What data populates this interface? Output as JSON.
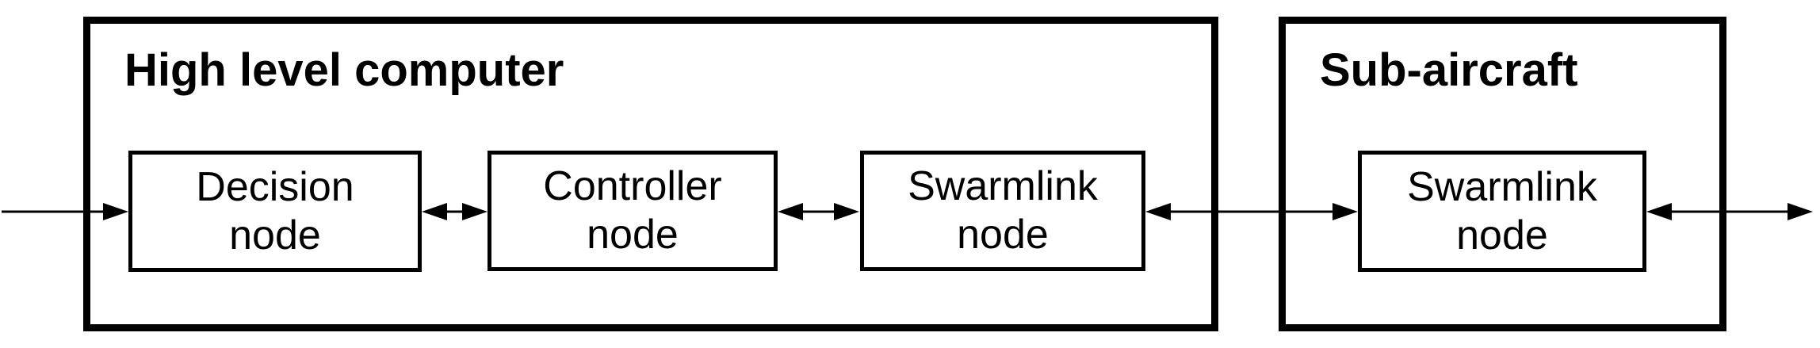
{
  "diagram": {
    "background_color": "#ffffff",
    "line_color": "#000000",
    "groups": {
      "hlc": {
        "title": "High level computer"
      },
      "sub": {
        "title": "Sub-aircraft"
      }
    },
    "nodes": {
      "decision": {
        "label": "Decision\nnode"
      },
      "controller": {
        "label": "Controller\nnode"
      },
      "swarmlink_hlc": {
        "label": "Swarmlink\nnode"
      },
      "swarmlink_sub": {
        "label": "Swarmlink\nnode"
      }
    },
    "connections": [
      {
        "from": "external-left",
        "to": "decision",
        "bidirectional": false
      },
      {
        "from": "decision",
        "to": "controller",
        "bidirectional": true
      },
      {
        "from": "controller",
        "to": "swarmlink_hlc",
        "bidirectional": true
      },
      {
        "from": "swarmlink_hlc",
        "to": "swarmlink_sub",
        "bidirectional": true
      },
      {
        "from": "swarmlink_sub",
        "to": "external-right",
        "bidirectional": true
      }
    ]
  }
}
